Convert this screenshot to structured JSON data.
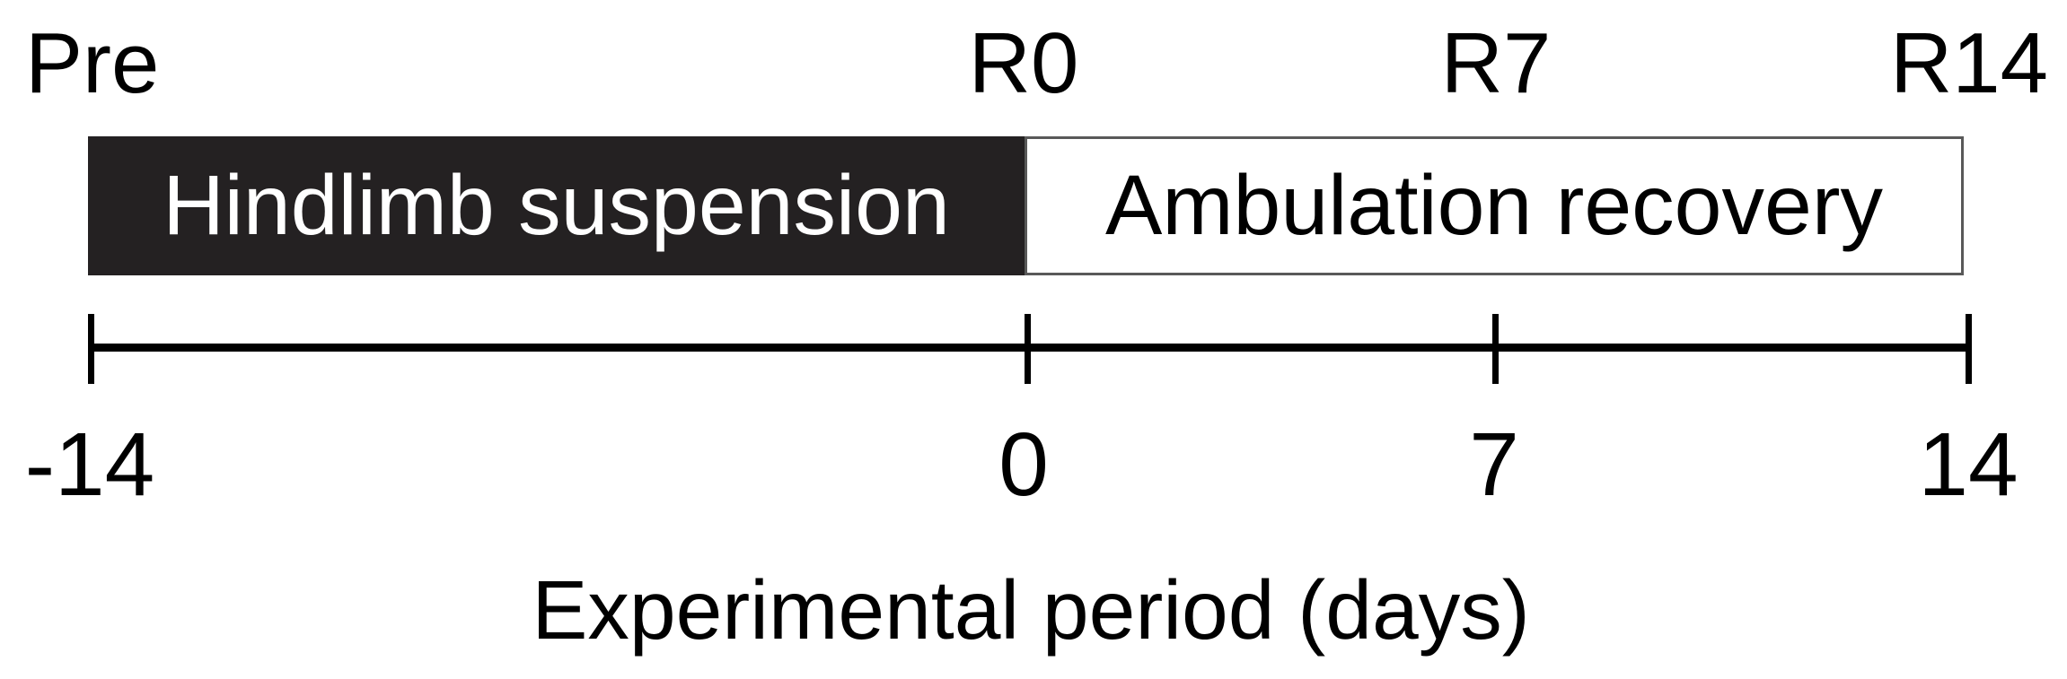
{
  "figure": {
    "top_labels": {
      "pre": "Pre",
      "r0": "R0",
      "r7": "R7",
      "r14": "R14"
    },
    "bar": {
      "suspension_label": "Hindlimb suspension",
      "recovery_label": "Ambulation recovery"
    },
    "axis": {
      "tick_labels": [
        "-14",
        "0",
        "7",
        "14"
      ],
      "title": "Experimental period (days)"
    },
    "colors": {
      "suspension_fill": "#242122",
      "suspension_text": "#ffffff",
      "recovery_fill": "#ffffff",
      "recovery_border": "#595959",
      "recovery_text": "#000000",
      "axis_color": "#000000"
    }
  },
  "chart_data": {
    "type": "table",
    "title": "Experimental timeline",
    "xlabel": "Experimental period (days)",
    "xlim": [
      -14,
      14
    ],
    "x_ticks": [
      -14,
      0,
      7,
      14
    ],
    "phases": [
      {
        "name": "Hindlimb suspension",
        "start_day": -14,
        "end_day": 0,
        "fill": "black"
      },
      {
        "name": "Ambulation recovery",
        "start_day": 0,
        "end_day": 14,
        "fill": "white"
      }
    ],
    "timepoints": [
      {
        "label": "Pre",
        "day": -14
      },
      {
        "label": "R0",
        "day": 0
      },
      {
        "label": "R7",
        "day": 7
      },
      {
        "label": "R14",
        "day": 14
      }
    ]
  }
}
